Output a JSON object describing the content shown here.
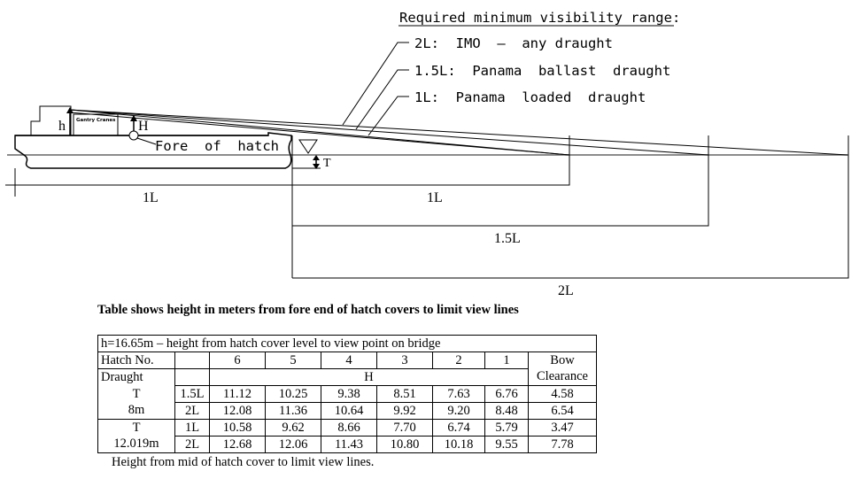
{
  "legend": {
    "title": "Required minimum visibility range:",
    "items": [
      {
        "label": "2L:  IMO  –  any draught"
      },
      {
        "label": "1.5L:  Panama  ballast  draught"
      },
      {
        "label": "1L:  Panama  loaded  draught"
      }
    ]
  },
  "diagram": {
    "labels": {
      "h": "h",
      "H": "H",
      "T": "T",
      "gantry": "Gantry Cranes",
      "fore_of_hatch": "Fore  of  hatch",
      "ship_length": "1L",
      "range_1L": "1L",
      "range_15L": "1.5L",
      "range_2L": "2L"
    }
  },
  "caption": "Table shows height in meters from fore end of hatch covers to limit view lines",
  "table": {
    "header_note": "h=16.65m – height from hatch cover level to view point on bridge",
    "hatch_label": "Hatch No.",
    "hatches": [
      "6",
      "5",
      "4",
      "3",
      "2",
      "1"
    ],
    "bow_label_1": "Bow",
    "bow_label_2": "Clearance",
    "draught_label": "Draught",
    "H_label": "H",
    "groups": [
      {
        "draught_line1": "T",
        "draught_line2": "8m",
        "rows": [
          {
            "range": "1.5L",
            "values": [
              "11.12",
              "10.25",
              "9.38",
              "8.51",
              "7.63",
              "6.76"
            ],
            "bow": "4.58"
          },
          {
            "range": "2L",
            "values": [
              "12.08",
              "11.36",
              "10.64",
              "9.92",
              "9.20",
              "8.48"
            ],
            "bow": "6.54"
          }
        ]
      },
      {
        "draught_line1": "T",
        "draught_line2": "12.019m",
        "rows": [
          {
            "range": "1L",
            "values": [
              "10.58",
              "9.62",
              "8.66",
              "7.70",
              "6.74",
              "5.79"
            ],
            "bow": "3.47"
          },
          {
            "range": "2L",
            "values": [
              "12.68",
              "12.06",
              "11.43",
              "10.80",
              "10.18",
              "9.55"
            ],
            "bow": "7.78"
          }
        ]
      }
    ]
  },
  "footnote": "Height from mid of hatch cover to limit view lines."
}
